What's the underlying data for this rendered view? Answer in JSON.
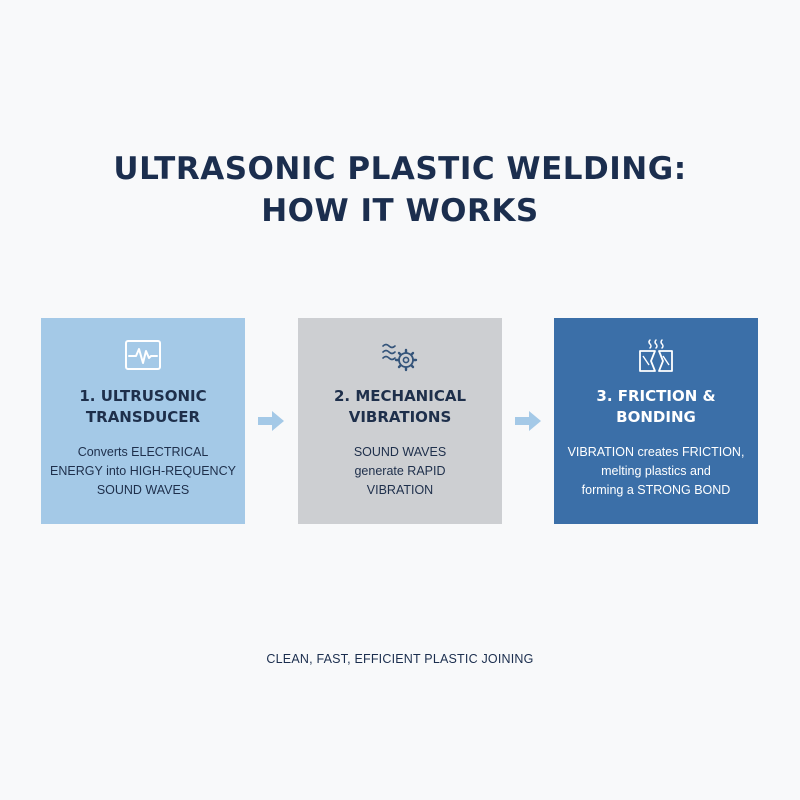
{
  "title": {
    "line1": "ULTRASONIC PLASTIC WELDING:",
    "line2": "HOW IT WORKS"
  },
  "steps": [
    {
      "icon": "waveform-monitor-icon",
      "title_line1": "1. ULTRUSONIC",
      "title_line2": "TRANSDUCER",
      "desc_line1": "Converts ELECTRICAL",
      "desc_line2": "ENERGY into HIGH-REQUENCY",
      "desc_line3": "SOUND WAVES",
      "bg_color": "#a4c9e7"
    },
    {
      "icon": "waves-gear-icon",
      "title_line1": "2. MECHANICAL",
      "title_line2": "VIBRATIONS",
      "desc_line1": "SOUND WAVES",
      "desc_line2": "generate RAPID",
      "desc_line3": "VIBRATION",
      "bg_color": "#cdcfd2"
    },
    {
      "icon": "bonding-parts-heat-icon",
      "title_line1": "3. FRICTION &",
      "title_line2": "BONDING",
      "desc_line1": "VIBRATION creates FRICTION,",
      "desc_line2": "melting plastics and",
      "desc_line3": "forming a STRONG BOND",
      "bg_color": "#3b6fa8"
    }
  ],
  "arrows": [
    {
      "icon": "right-arrow-icon",
      "color": "#a4c9e7"
    },
    {
      "icon": "right-arrow-icon",
      "color": "#a4c9e7"
    }
  ],
  "footer": "CLEAN, FAST, EFFICIENT PLASTIC JOINING"
}
